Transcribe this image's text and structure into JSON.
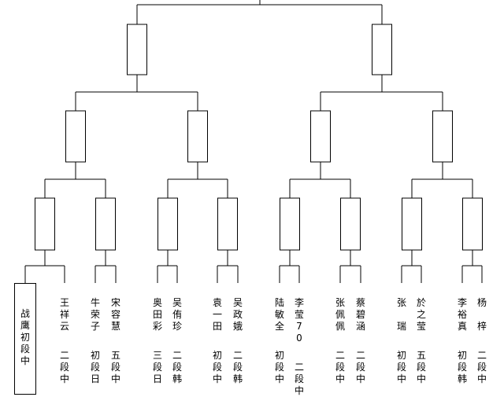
{
  "bracket": {
    "players": [
      {
        "name": "战鹰",
        "rank": "初段",
        "country": "中",
        "winner": true
      },
      {
        "name": "王祥云",
        "rank": "二段",
        "country": "中"
      },
      {
        "name": "牛荣子",
        "rank": "初段",
        "country": "日"
      },
      {
        "name": "宋容慧",
        "rank": "五段",
        "country": "中"
      },
      {
        "name": "奥田彩",
        "rank": "三段",
        "country": "日"
      },
      {
        "name": "吴侑珍",
        "rank": "二段",
        "country": "韩"
      },
      {
        "name": "袁一田",
        "rank": "初段",
        "country": "中"
      },
      {
        "name": "吴政娥",
        "rank": "二段",
        "country": "韩"
      },
      {
        "name": "陆敏全",
        "rank": "初段",
        "country": "中"
      },
      {
        "name": "李莹70",
        "rank": "二段",
        "country": "中"
      },
      {
        "name": "张佩佩",
        "rank": "二段",
        "country": "中"
      },
      {
        "name": "蔡碧涵",
        "rank": "二段",
        "country": "中"
      },
      {
        "name": "张 瑞",
        "rank": "初段",
        "country": "中"
      },
      {
        "name": "於之莹",
        "rank": "五段",
        "country": "中"
      },
      {
        "name": "李裕真",
        "rank": "初段",
        "country": "韩"
      },
      {
        "name": "杨 梓",
        "rank": "二段",
        "country": "中"
      }
    ]
  }
}
